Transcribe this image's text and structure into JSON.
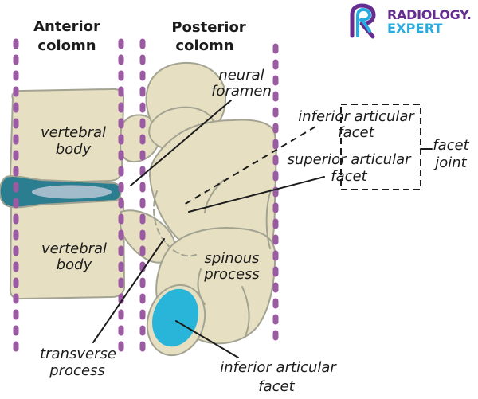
{
  "title": "Spinal columns anatomy diagram",
  "headings": {
    "anterior_column": {
      "lines": [
        "Anterior",
        "colomn"
      ]
    },
    "posterior_column": {
      "lines": [
        "Posterior",
        "colomn"
      ]
    }
  },
  "logo": {
    "word1": "RADIOLOGY.",
    "word2": "EXPERT",
    "icon": "stylized-striped-R"
  },
  "labels": {
    "vertebral_body_top": {
      "lines": [
        "vertebral",
        "body"
      ]
    },
    "vertebral_body_bottom": {
      "lines": [
        "vertebral",
        "body"
      ]
    },
    "neural_foramen": {
      "lines": [
        "neural",
        "foramen"
      ]
    },
    "inferior_articular_facet_upper": {
      "lines": [
        "inferior articular",
        "facet"
      ]
    },
    "superior_articular_facet": {
      "lines": [
        "superior articular",
        "facet"
      ]
    },
    "facet_joint": {
      "lines": [
        "facet",
        "joint"
      ]
    },
    "spinous_process": {
      "lines": [
        "spinous",
        "process"
      ]
    },
    "transverse_process": {
      "lines": [
        "transverse",
        "process"
      ]
    },
    "inferior_articular_facet_lower": {
      "lines": [
        "inferior articular",
        "facet"
      ]
    }
  },
  "colors": {
    "bone": "#e6dfc1",
    "bone_stroke": "#a3a392",
    "disc": "#2b7e8f",
    "disc_inner": "#a3bccb",
    "highlight": "#29b5da",
    "column_dash": "#9b5ba2",
    "logo_purple": "#662d91",
    "logo_cyan": "#29abe2",
    "text": "#1c1c1c"
  }
}
